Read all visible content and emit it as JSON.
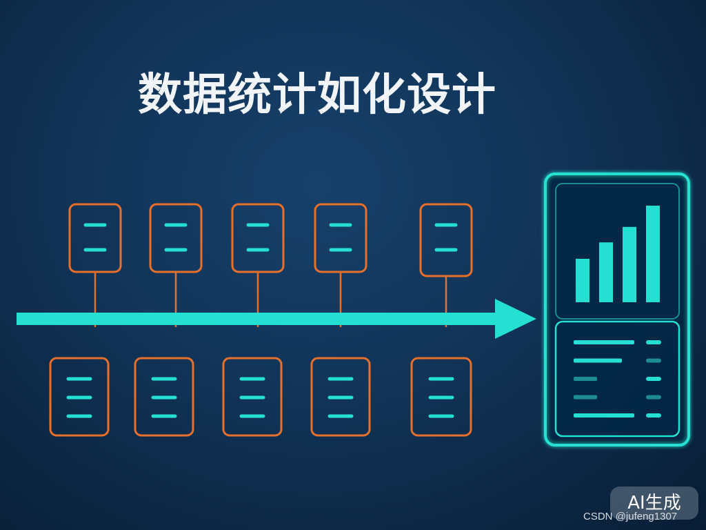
{
  "title": "数据统计如化设计",
  "watermark": {
    "badge": "AI生成",
    "credit": "CSDN @jufeng1307"
  },
  "icons": {
    "top_row": "document-icon",
    "bottom_row": "document-icon",
    "arrow": "arrow-right-icon",
    "dashboard": "dashboard-icon"
  },
  "diagram": {
    "top_documents": [
      {
        "lines": 2
      },
      {
        "lines": 2
      },
      {
        "lines": 2
      },
      {
        "lines": 2
      },
      {
        "lines": 2
      }
    ],
    "bottom_documents": [
      {
        "lines": 3
      },
      {
        "lines": 3
      },
      {
        "lines": 3
      },
      {
        "lines": 3
      },
      {
        "lines": 3
      }
    ],
    "dashboard": {
      "bar_levels": [
        0.45,
        0.62,
        0.78,
        1.0
      ],
      "list_rows": 5
    }
  },
  "colors": {
    "background": "#0f2f50",
    "accent": "#25e0d2",
    "accent_dim": "#1b8c92",
    "document_border": "#e8702a",
    "title": "#f2f5f8"
  }
}
